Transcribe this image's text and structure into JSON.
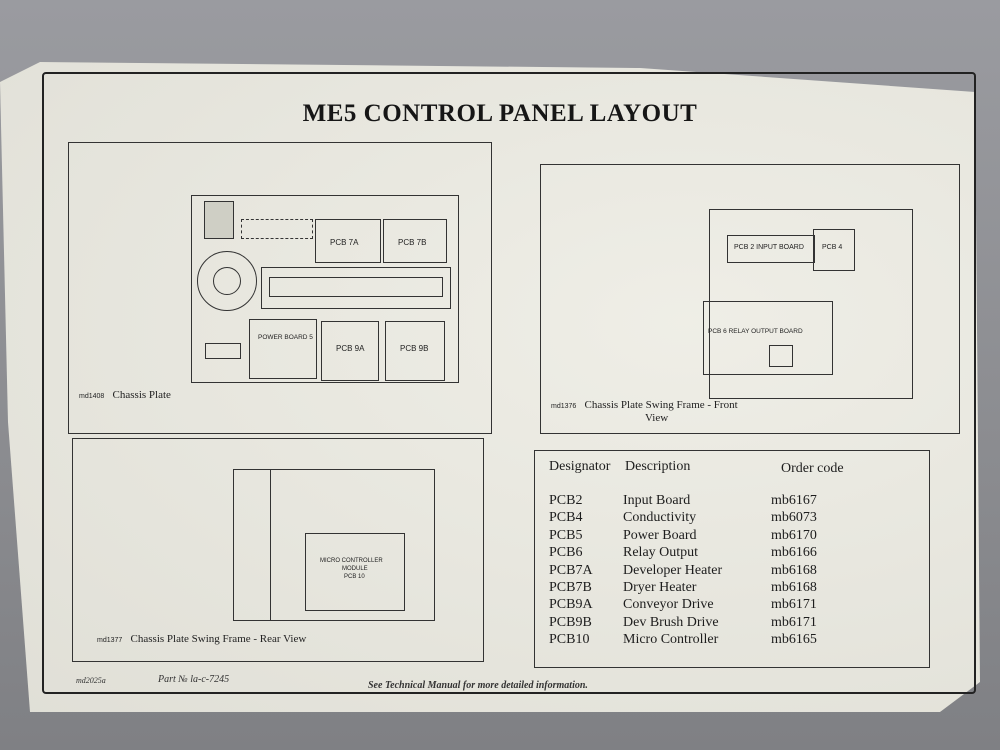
{
  "title": "ME5 CONTROL PANEL LAYOUT",
  "panels": {
    "chassis_plate": {
      "code": "md1408",
      "caption": "Chassis Plate",
      "labels": [
        "PCB 7A",
        "PCB 7B",
        "POWER BOARD 5",
        "PCB 9A",
        "PCB 9B"
      ]
    },
    "swing_front": {
      "code": "md1376",
      "caption": "Chassis Plate Swing Frame - Front",
      "caption2": "View",
      "labels": [
        "PCB 2 INPUT BOARD",
        "PCB 4",
        "PCB 6 RELAY OUTPUT BOARD"
      ]
    },
    "swing_rear": {
      "code": "md1377",
      "caption": "Chassis Plate Swing Frame - Rear View",
      "labels": [
        "MICRO CONTROLLER",
        "MODULE",
        "PCB 10"
      ]
    }
  },
  "table": {
    "headers": [
      "Designator",
      "Description",
      "Order code"
    ],
    "rows": [
      [
        "PCB2",
        "Input Board",
        "mb6167"
      ],
      [
        "PCB4",
        "Conductivity",
        "mb6073"
      ],
      [
        "PCB5",
        "Power Board",
        "mb6170"
      ],
      [
        "PCB6",
        "Relay Output",
        "mb6166"
      ],
      [
        "PCB7A",
        "Developer  Heater",
        "mb6168"
      ],
      [
        "PCB7B",
        "Dryer Heater",
        "mb6168"
      ],
      [
        "PCB9A",
        "Conveyor Drive",
        "mb6171"
      ],
      [
        "PCB9B",
        "Dev Brush Drive",
        "mb6171"
      ],
      [
        "PCB10",
        "Micro Controller",
        "mb6165"
      ]
    ]
  },
  "footer": {
    "doc": "md2025a",
    "part": "Part № la-c-7245",
    "note": "See Technical Manual for more detailed information."
  }
}
